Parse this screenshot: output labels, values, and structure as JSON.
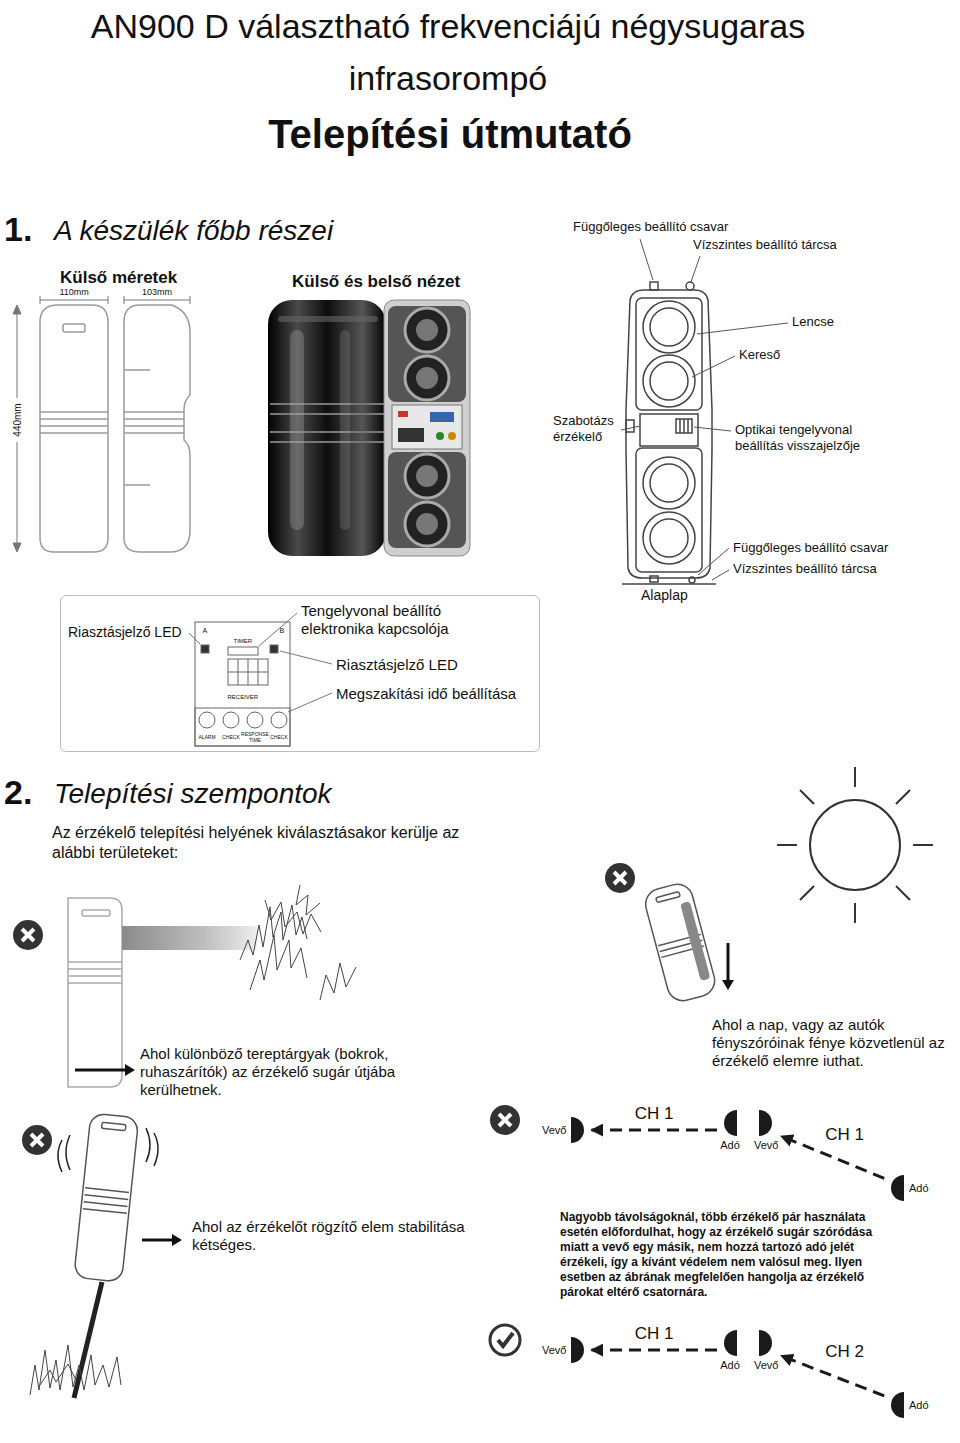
{
  "diagram": {
    "title": "AN900 D választható frekvenciájú négysugaras infrasorompó",
    "nodes": [
      {
        "text": [
          "Riasztásjelző LED",
          "Tengelyvonal beállító elektronika kapcsolója",
          "Riasztásjelző LED",
          "Megszakítási idő beállítása"
        ]
      },
      {
        "text": [
          "Vevő"
        ]
      },
      {
        "text": [
          "Adó"
        ]
      },
      {
        "text": [
          "Vevő"
        ]
      },
      {
        "text": [
          "Adó"
        ]
      },
      {
        "text": [
          "Vevő"
        ]
      },
      {
        "text": [
          "Adó"
        ]
      },
      {
        "text": [
          "Vevő"
        ]
      },
      {
        "text": [
          "Adó"
        ]
      }
    ],
    "edges": [
      {
        "from": 2,
        "to": 1,
        "label": "CH 1",
        "arrow": "to"
      },
      {
        "from": 4,
        "to": 3,
        "label": "CH 1",
        "arrow": "to"
      },
      {
        "from": 6,
        "to": 5,
        "label": "CH 1",
        "arrow": "to"
      },
      {
        "from": 8,
        "to": 7,
        "label": "CH 2",
        "arrow": "to"
      }
    ],
    "labels": [
      "Telepítési útmutató",
      "1.",
      "A készülék főbb részei",
      "Külső méretek",
      "110mm",
      "103mm",
      "440mm",
      "Külső és belső nézet",
      "Függőleges beállító csavar",
      "Vízszintes beállító tárcsa",
      "Lencse",
      "Kereső",
      "Szabotázs érzékelő",
      "Optikai tengelyvonal beállítás visszajelzője",
      "Függőleges beállító csavar",
      "Vízszintes beállító tárcsa",
      "Alaplap",
      "A",
      "B",
      "TIMER",
      "RECEIVER",
      "ALARM",
      "CHECK",
      "RESPONSE TIME",
      "CHECK",
      "2.",
      "Telepítési szempontok",
      "Az érzékelő telepítési helyének kiválasztásakor kerülje az alábbi területeket:",
      "Ahol különböző tereptárgyak (bokrok, ruhaszárítók) az érzékelő sugár útjába kerülhetnek.",
      "Ahol a nap, vagy az autók fényszóróinak fénye közvetlenül az érzékelő elemre iuthat.",
      "Ahol az érzékelőt rögzítő elem stabilitása kétséges.",
      "Nagyobb távolságoknál, több érzékelő pár használata esetén előfordulhat, hogy az érzékelő sugár szóródása miatt a vevő egy másik, nem hozzá tartozó adó jelét érzékeli, így a kívánt védelem nem valósul meg. Ilyen esetben az ábrának megfelelően hangolja az érzékelő párokat eltérő csatornára."
    ]
  }
}
